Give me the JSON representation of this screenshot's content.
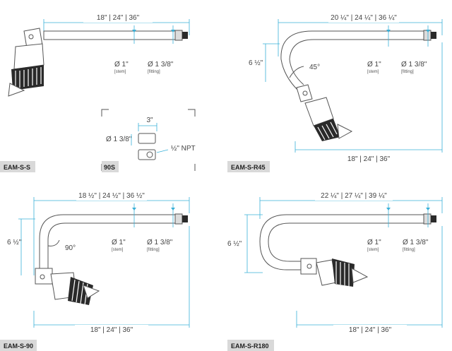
{
  "panels": [
    {
      "id": "EAM-S-S",
      "tag": "EAM-S-S",
      "length_label": "18\" | 24\" | 36\"",
      "stem_label": "Ø 1\"",
      "stem_sub": "[stem]",
      "fitting_label": "Ø 1 3/8\"",
      "fitting_sub": "[fitting]"
    },
    {
      "id": "90S",
      "tag": "90S",
      "width_label": "3\"",
      "diameter_label": "Ø 1 3/8\"",
      "npt_label": "½\" NPT"
    },
    {
      "id": "EAM-S-R45",
      "tag": "EAM-S-R45",
      "length_label": "20 ¼\" | 24 ¼\" | 36 ¼\"",
      "bottom_label": "18\" | 24\" | 36\"",
      "height_label": "6 ½\"",
      "angle_label": "45°",
      "stem_label": "Ø 1\"",
      "stem_sub": "[stem]",
      "fitting_label": "Ø 1 3/8\"",
      "fitting_sub": "[fitting]"
    },
    {
      "id": "EAM-S-90",
      "tag": "EAM-S-90",
      "length_label": "18 ½\" | 24 ½\" | 36 ½\"",
      "bottom_label": "18\" | 24\" | 36\"",
      "height_label": "6 ½\"",
      "angle_label": "90°",
      "stem_label": "Ø 1\"",
      "stem_sub": "[stem]",
      "fitting_label": "Ø 1 3/8\"",
      "fitting_sub": "[fitting]"
    },
    {
      "id": "EAM-S-R180",
      "tag": "EAM-S-R180",
      "length_label": "22 ¼\" | 27 ¼\" | 39 ¼\"",
      "bottom_label": "18\" | 24\" | 36\"",
      "height_label": "6 ½\"",
      "stem_label": "Ø 1\"",
      "stem_sub": "[stem]",
      "fitting_label": "Ø 1 3/8\"",
      "fitting_sub": "[fitting]"
    }
  ],
  "colors": {
    "dimension": "#3ab0d8",
    "tag_background": "#d9d9d9",
    "outline": "#555555"
  }
}
